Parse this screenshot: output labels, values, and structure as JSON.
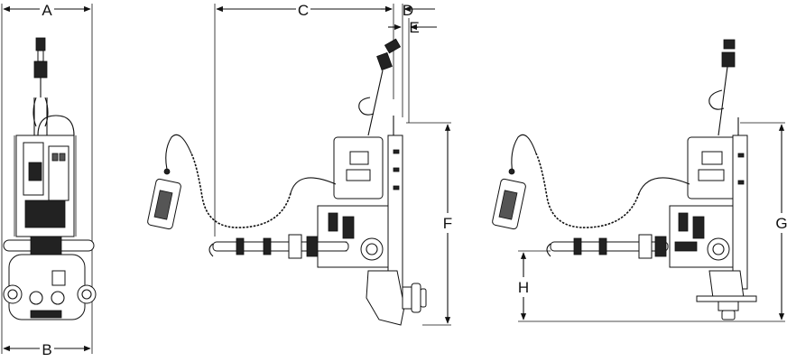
{
  "dimensions": {
    "a": "A",
    "b": "B",
    "c": "C",
    "d": "D",
    "e": "E",
    "f": "F",
    "g": "G",
    "h": "H"
  }
}
